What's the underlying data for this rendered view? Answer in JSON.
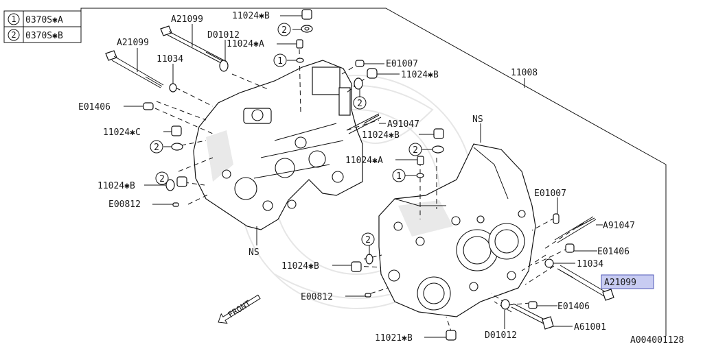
{
  "legend": [
    {
      "num": "1",
      "code": "0370S✱A"
    },
    {
      "num": "2",
      "code": "0370S✱B"
    }
  ],
  "labels": {
    "a21099_top": "A21099",
    "a21099_left": "A21099",
    "a21099_right": "A21099",
    "d01012_top": "D01012",
    "d01012_bottom": "D01012",
    "p11034_left": "11034",
    "p11034_right": "11034",
    "p11024b_top": "11024✱B",
    "p11024a_top": "11024✱A",
    "e01007_top": "E01007",
    "p11024b_right": "11024✱B",
    "p11008": "11008",
    "e01406_left": "E01406",
    "a91047_mid": "A91047",
    "p11024c": "11024✱C",
    "p11024b_mid": "11024✱B",
    "p11024a_mid": "11024✱A",
    "ns_right": "NS",
    "p11024b_left": "11024✱B",
    "e00812_left": "E00812",
    "e01007_right": "E01007",
    "a91047_right": "A91047",
    "ns_left": "NS",
    "e01406_right": "E01406",
    "p11024b_lower": "11024✱B",
    "e00812_lower": "E00812",
    "e01406_lower": "E01406",
    "a61001": "A61001",
    "p11021b": "11021✱B",
    "front": "FRONT",
    "diagram_id": "A004001128"
  },
  "callouts": {
    "c1": "1",
    "c2": "2"
  },
  "highlight_color": "#c8ccf2",
  "highlight_border": "#5058b8"
}
